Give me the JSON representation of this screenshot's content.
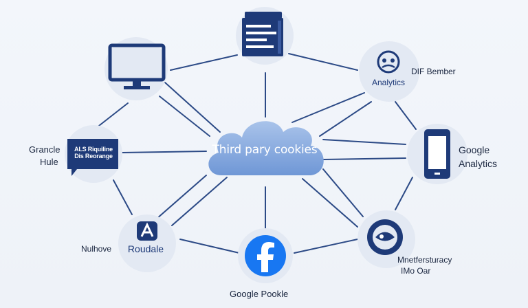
{
  "center": {
    "label": "Third pary cookies"
  },
  "nodes": {
    "analytics": {
      "inner_label": "Analytics",
      "side_label": "DIF Bember"
    },
    "google_analytics": {
      "label_line1": "Google",
      "label_line2": "Analytics"
    },
    "sign": {
      "sign_line1": "ALS Riquiline",
      "sign_line2": "Dis Reorange",
      "side_line1": "Grancle",
      "side_line2": "Hule"
    },
    "roudale": {
      "inner_label": "Roudale",
      "side_label": "Nulhove"
    },
    "facebook": {
      "bottom_label": "Google Pookle"
    },
    "tracker": {
      "label_line1": "Mnetfersturacy",
      "label_line2": "IMo Oar"
    }
  },
  "colors": {
    "edge": "#2c4a86",
    "node_bg": "#e3e9f3",
    "icon": "#1e3a78",
    "cloud": "#7fa4dd",
    "facebook": "#1877f2"
  }
}
